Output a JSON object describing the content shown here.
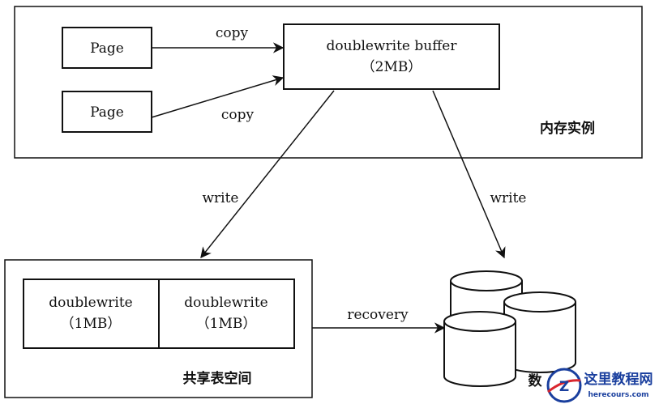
{
  "memory_region": {
    "label": "内存实例"
  },
  "pages": [
    {
      "label": "Page"
    },
    {
      "label": "Page"
    }
  ],
  "edges": {
    "copy_1": "copy",
    "copy_2": "copy",
    "write_1": "write",
    "write_2": "write",
    "recovery": "recovery"
  },
  "doublewrite_buffer": {
    "title": "doublewrite buffer",
    "size": "（2MB）"
  },
  "shared_tablespace": {
    "label": "共享表空间",
    "cells": [
      {
        "title": "doublewrite",
        "size": "（1MB）"
      },
      {
        "title": "doublewrite",
        "size": "（1MB）"
      }
    ]
  },
  "data_files": {
    "label": "数"
  },
  "watermark": {
    "logo_letter": "Z",
    "site_cn": "这里教程网",
    "site_en": "herecours.com"
  },
  "colors": {
    "line": "#111111",
    "watermark_blue": "#1a3f9e",
    "watermark_red": "#d9262e"
  }
}
